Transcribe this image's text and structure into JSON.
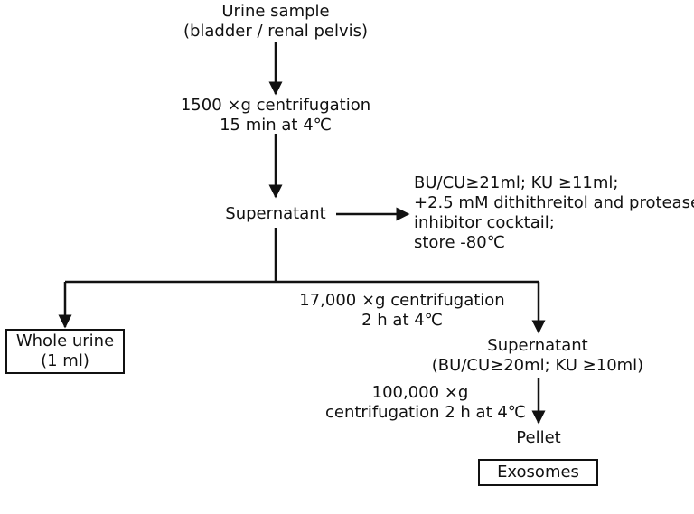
{
  "diagram": {
    "urine_sample": [
      "Urine sample",
      "(bladder / renal pelvis)"
    ],
    "first_spin": [
      "1500 ×g centrifugation",
      "15 min at 4℃"
    ],
    "supernatant_1": "Supernatant",
    "storage_note": [
      "BU/CU≥21ml;  KU ≥11ml;",
      "+2.5 mM dithithreitol and protease",
      "inhibitor cocktail;",
      "store -80℃"
    ],
    "second_spin": [
      "17,000 ×g centrifugation",
      "2 h at 4℃"
    ],
    "whole_urine": [
      "Whole urine",
      "(1 ml)"
    ],
    "supernatant_2": [
      "Supernatant",
      "(BU/CU≥20ml;  KU ≥10ml)"
    ],
    "third_spin": [
      "100,000 ×g",
      "centrifugation 2 h at 4℃"
    ],
    "pellet": "Pellet",
    "exosomes": "Exosomes"
  }
}
